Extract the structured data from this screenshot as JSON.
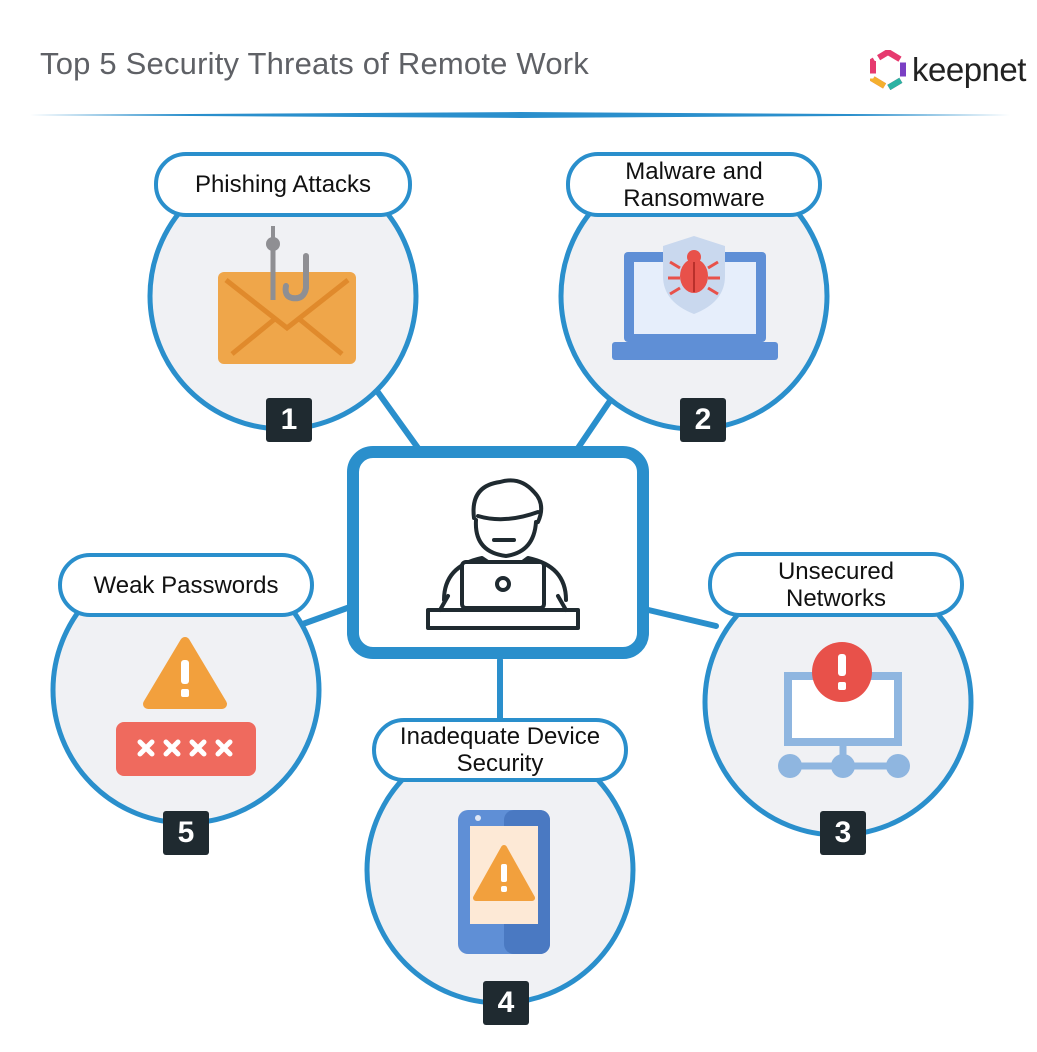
{
  "header": {
    "title": "Top 5 Security Threats of Remote Work",
    "logo_text": "keepnet"
  },
  "threats": [
    {
      "number": "1",
      "label": "Phishing Attacks",
      "icon": "phishing-envelope-icon"
    },
    {
      "number": "2",
      "label": "Malware and Ransomware",
      "icon": "laptop-malware-icon"
    },
    {
      "number": "3",
      "label": "Unsecured Networks",
      "icon": "network-alert-icon"
    },
    {
      "number": "4",
      "label": "Inadequate Device Security",
      "icon": "phone-warning-icon"
    },
    {
      "number": "5",
      "label": "Weak Passwords",
      "icon": "weak-password-icon"
    }
  ],
  "center": {
    "icon": "remote-worker-icon"
  },
  "colors": {
    "accent": "#2a8fcc",
    "circle_fill": "#f0f1f4",
    "badge": "#1f2a30",
    "envelope": "#efa64a",
    "laptop": "#5f8fd6",
    "alert_red": "#e8514a",
    "warning_orange": "#f2a03d",
    "password_red": "#ef6a5e"
  }
}
